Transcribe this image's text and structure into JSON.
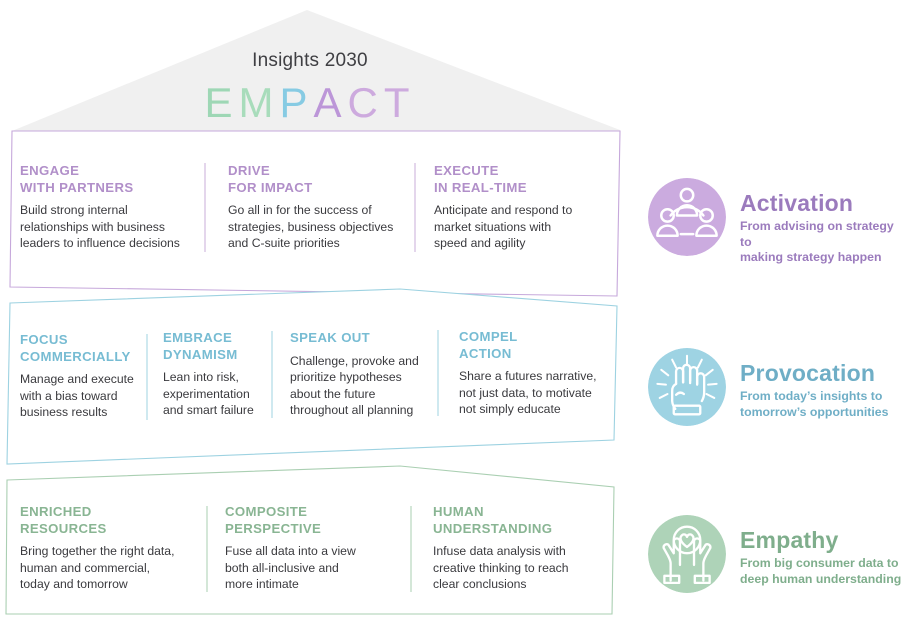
{
  "header": {
    "title": "Insights 2030",
    "wordmark": [
      {
        "letter": "E",
        "color": "#9ed7b5"
      },
      {
        "letter": "M",
        "color": "#a8dcbb"
      },
      {
        "letter": "P",
        "color": "#87cbe3"
      },
      {
        "letter": "A",
        "color": "#bc96d8"
      },
      {
        "letter": "C",
        "color": "#cdaade"
      },
      {
        "letter": "T",
        "color": "#cdaade"
      }
    ]
  },
  "bands": [
    {
      "id": "activation-band",
      "accent": "#b18fc9",
      "divider": "#c9aeda",
      "columns": [
        {
          "heading": "ENGAGE\nWITH PARTNERS",
          "body": "Build strong internal\nrelationships with business\nleaders to influence decisions"
        },
        {
          "heading": "DRIVE\nFOR IMPACT",
          "body": "Go all in for the success of\nstrategies, business objectives\nand C-suite priorities"
        },
        {
          "heading": "EXECUTE\nIN REAL-TIME",
          "body": "Anticipate and respond to\nmarket situations with\nspeed and agility"
        }
      ]
    },
    {
      "id": "provocation-band",
      "accent": "#77bcd3",
      "divider": "#9fd3e2",
      "columns": [
        {
          "heading": "FOCUS\nCOMMERCIALLY",
          "body": "Manage and execute\nwith a bias toward\nbusiness results"
        },
        {
          "heading": "EMBRACE\nDYNAMISM",
          "body": "Lean into risk,\nexperimentation\nand smart failure"
        },
        {
          "heading": "SPEAK OUT",
          "body": "Challenge, provoke and\nprioritize hypotheses\nabout the future\nthroughout all planning"
        },
        {
          "heading": "COMPEL\nACTION",
          "body": "Share a futures narrative,\nnot just data, to motivate\nnot simply educate"
        }
      ]
    },
    {
      "id": "empathy-band",
      "accent": "#89b593",
      "divider": "#aacfb2",
      "columns": [
        {
          "heading": "ENRICHED\nRESOURCES",
          "body": "Bring together the right data,\nhuman and commercial,\ntoday and tomorrow"
        },
        {
          "heading": "COMPOSITE\nPERSPECTIVE",
          "body": "Fuse all data into a view\nboth all-inclusive and\nmore intimate"
        },
        {
          "heading": "HUMAN\nUNDERSTANDING",
          "body": "Infuse data analysis with\ncreative thinking to reach\nclear conclusions"
        }
      ]
    }
  ],
  "pillars": [
    {
      "id": "activation",
      "icon": "people-network-icon",
      "title": "Activation",
      "subtitle": "From advising on strategy to\nmaking strategy happen",
      "circle_color": "#cbabdf",
      "text_color": "#9b7bbd"
    },
    {
      "id": "provocation",
      "icon": "raised-fist-icon",
      "title": "Provocation",
      "subtitle": "From today’s insights to\ntomorrow’s opportunities",
      "circle_color": "#9ed3e3",
      "text_color": "#6faec6"
    },
    {
      "id": "empathy",
      "icon": "hands-heart-icon",
      "title": "Empathy",
      "subtitle": "From big consumer data to\ndeep human understanding",
      "circle_color": "#aed3b8",
      "text_color": "#7fae8c"
    }
  ],
  "roof_fill": "#f0f0f0"
}
